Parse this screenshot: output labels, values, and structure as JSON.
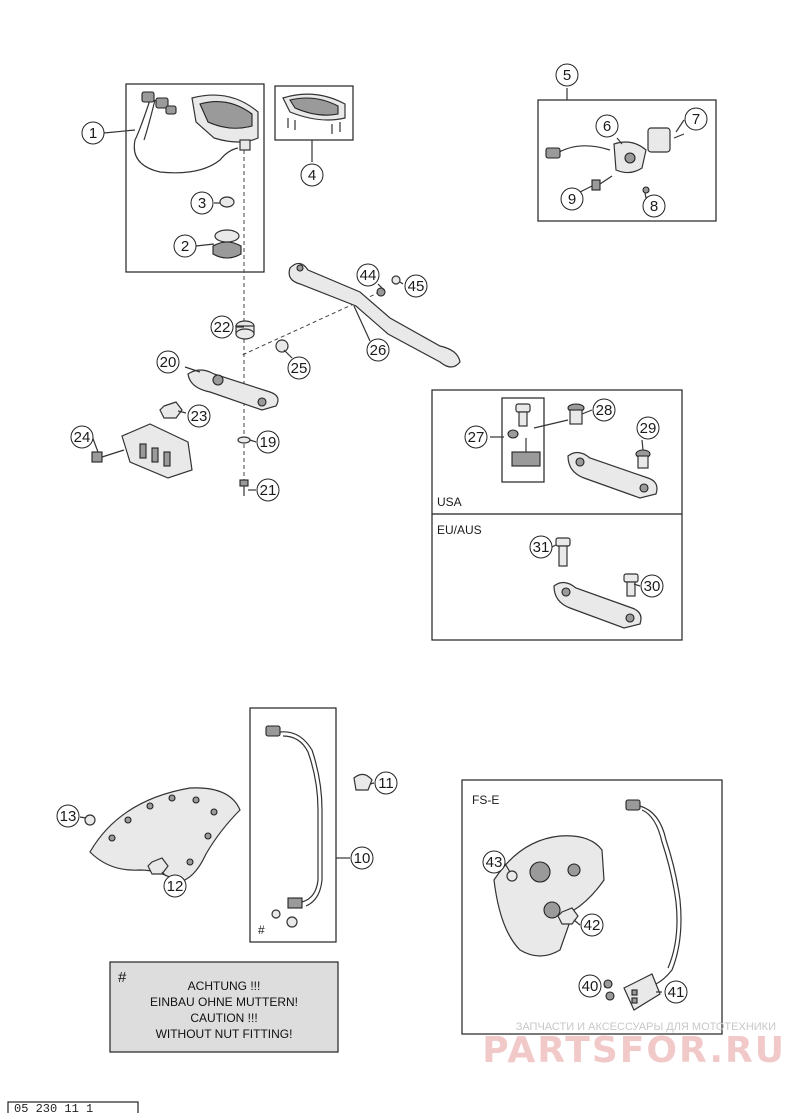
{
  "callouts": {
    "c1": "1",
    "c2": "2",
    "c3": "3",
    "c4": "4",
    "c5": "5",
    "c6": "6",
    "c7": "7",
    "c8": "8",
    "c9": "9",
    "c10": "10",
    "c11": "11",
    "c12": "12",
    "c13": "13",
    "c19": "19",
    "c20": "20",
    "c21": "21",
    "c22": "22",
    "c23": "23",
    "c24": "24",
    "c25": "25",
    "c26": "26",
    "c27": "27",
    "c28": "28",
    "c29": "29",
    "c30": "30",
    "c31": "31",
    "c40": "40",
    "c41": "41",
    "c42": "42",
    "c43": "43",
    "c44": "44",
    "c45": "45"
  },
  "labels": {
    "usa": "USA",
    "eu_aus": "EU/AUS",
    "fs_e": "FS-E",
    "hash_small": "#"
  },
  "warning": {
    "hash": "#",
    "line1": "ACHTUNG !!!",
    "line2": "EINBAU OHNE MUTTERN!",
    "line3": "CAUTION !!!",
    "line4": "WITHOUT NUT FITTING!"
  },
  "watermark": {
    "small": "ЗАПЧАСТИ И АКСЕССУАРЫ ДЛЯ МОТОТЕХНИКИ",
    "big": "PARTSFOR.RU"
  },
  "footer": {
    "code": "05 230 11 1"
  }
}
